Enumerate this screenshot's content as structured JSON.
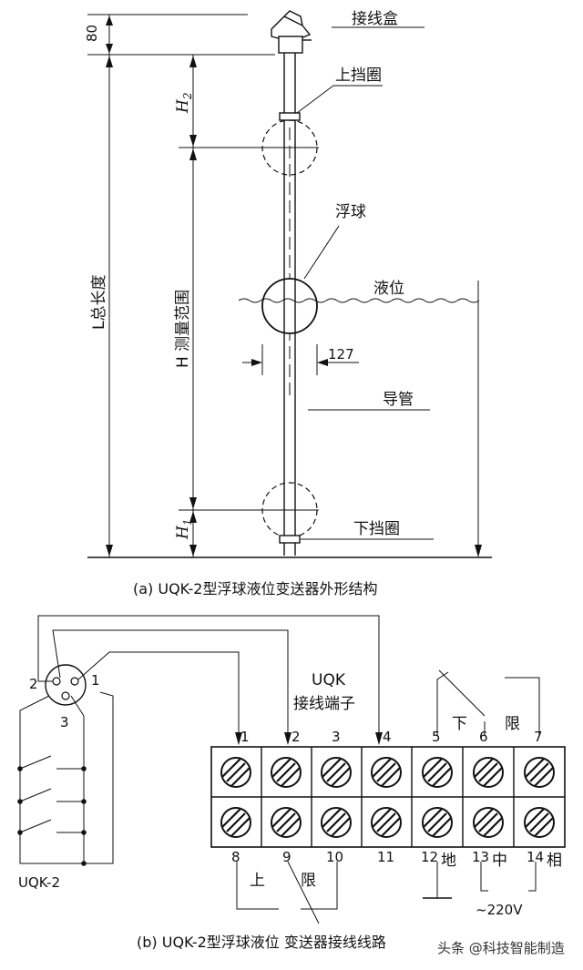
{
  "part_a": {
    "junction_box": "接线盒",
    "upper_stop": "上挡圈",
    "float_ball": "浮球",
    "liquid_level": "液位",
    "guide_tube": "导管",
    "lower_stop": "下挡圈",
    "dim_80": "80",
    "dim_127": "127",
    "h2": "H",
    "h2_sub": "2",
    "h1": "H",
    "h1_sub": "1",
    "l_total": "L总长度",
    "h_range": "H 测量范围",
    "caption": "(a) UQK-2型浮球液位变送器外形结构"
  },
  "part_b": {
    "uqk_title": "UQK",
    "uqk_subtitle": "接线端子",
    "conn_pins": [
      "1",
      "2",
      "3"
    ],
    "top_numbers": [
      "1",
      "2",
      "3",
      "4",
      "5",
      "6",
      "7"
    ],
    "bottom_numbers": [
      "8",
      "9",
      "10",
      "11",
      "12",
      "13",
      "14"
    ],
    "lower_limit_1": "下",
    "lower_limit_2": "限",
    "upper_limit_1": "上",
    "upper_limit_2": "限",
    "ground": "地",
    "neutral": "中",
    "phase": "相",
    "voltage": "~220V",
    "device_label": "UQK-2",
    "caption": "(b) UQK-2型浮球液位 变送器接线线路",
    "watermark": "头条 @科技智能制造"
  }
}
